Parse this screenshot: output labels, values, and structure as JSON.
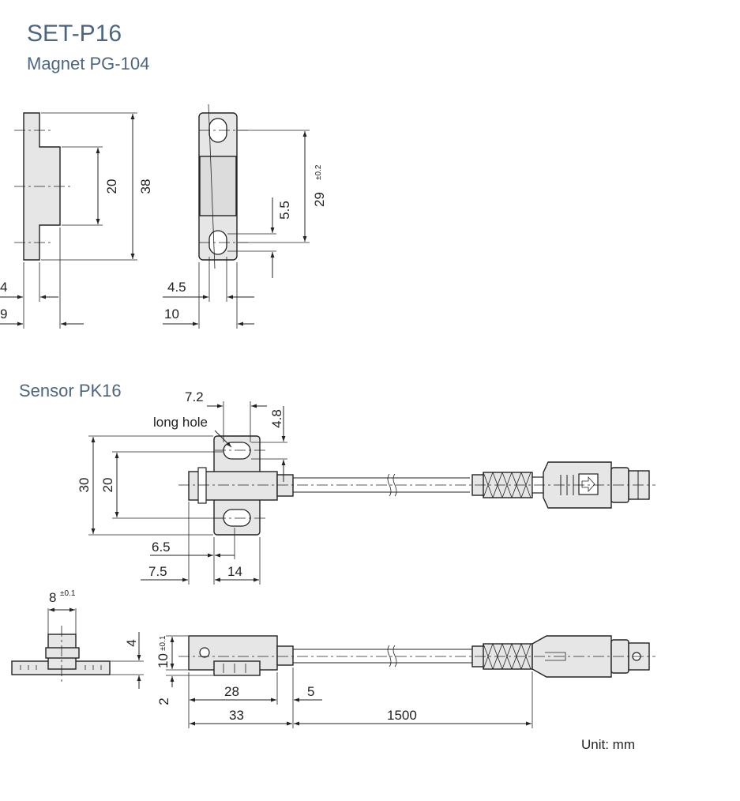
{
  "header": {
    "title": "SET-P16"
  },
  "magnet": {
    "subtitle": "Magnet PG-104",
    "dims": {
      "height_inner": "20",
      "height_total": "38",
      "hole_pitch": "29",
      "hole_pitch_tol": "±0.2",
      "hole_width": "5.5",
      "step_width": "4",
      "side_width": "9",
      "hole_offset": "4.5",
      "front_width": "10"
    }
  },
  "sensor": {
    "subtitle": "Sensor PK16",
    "dims": {
      "hole_width": "7.2",
      "long_hole_label": "long hole",
      "hole_height": "4.8",
      "body_height": "30",
      "hole_pitch": "20",
      "offset_a": "6.5",
      "offset_b": "7.5",
      "body_length": "14",
      "end_width": "8",
      "end_width_tol": "±0.1",
      "thickness_small": "4",
      "thickness": "10",
      "thickness_tol": "±0.1",
      "base_height": "2",
      "body_long": "28",
      "grommet": "5",
      "total_body": "33",
      "cable_length": "1500"
    }
  },
  "footer": {
    "unit": "Unit: mm"
  }
}
